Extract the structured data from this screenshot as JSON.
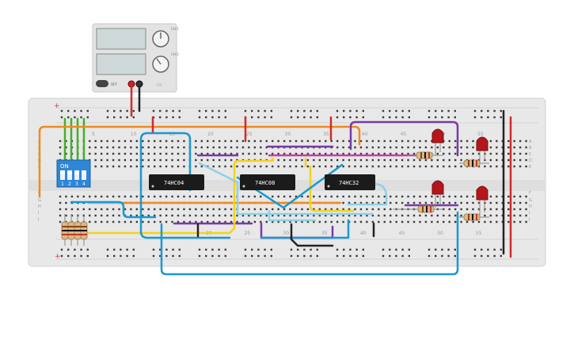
{
  "power_supply": {
    "label_ch1": "CH-1",
    "label_ch2": "CH-2",
    "off_label": "OFF",
    "model": "DC"
  },
  "dip_switch": {
    "on_label": "ON",
    "numbers": [
      "1",
      "2",
      "3",
      "4"
    ]
  },
  "chips": {
    "chip1": "74HC04",
    "chip2": "74HC08",
    "chip3": "74HC32"
  },
  "breadboard": {
    "top_numbers": [
      "5",
      "10",
      "15",
      "20",
      "25",
      "30",
      "35",
      "40",
      "45",
      "50",
      "55"
    ],
    "bottom_numbers": [
      "20",
      "25",
      "30",
      "35",
      "40",
      "45",
      "50",
      "55"
    ],
    "row_letters_top": [
      "A",
      "B",
      "C",
      "D",
      "E"
    ],
    "row_letters_bottom": [
      "F",
      "G",
      "H",
      "I",
      "J"
    ],
    "plus_sign": "+",
    "minus_sign": "-"
  },
  "colors": {
    "board": "#e8e8e8",
    "chip": "#1b1b1b",
    "dip": "#2e86d6",
    "wire_orange": "#f08a1e",
    "wire_purple": "#7a3aa6",
    "wire_yellow": "#f4d21a",
    "wire_blue": "#1a98d2",
    "wire_lightblue": "#8fd0e6",
    "wire_red": "#d42a2a",
    "wire_black": "#222222",
    "wire_green": "#43b02a",
    "wire_magenta": "#c43ea4",
    "led": "#b3171c"
  }
}
